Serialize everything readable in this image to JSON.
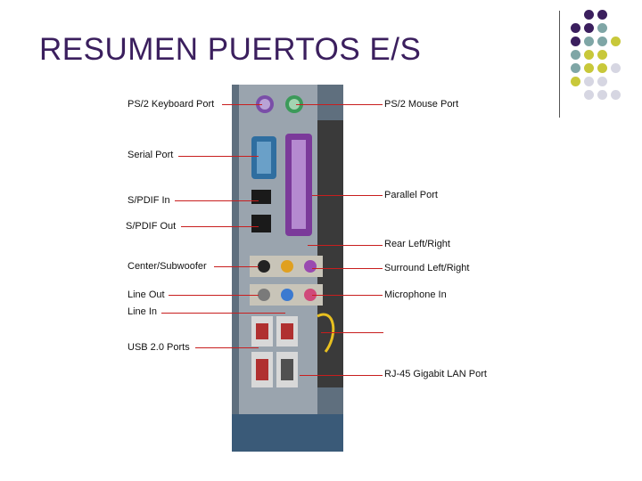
{
  "slide": {
    "title": "RESUMEN PUERTOS E/S"
  },
  "decoration": {
    "dot_colors": [
      "#3b1f5e",
      "#7fa6a6",
      "#c8c83a",
      "#d6d6e2"
    ]
  },
  "ports": {
    "left": [
      "PS/2 Keyboard Port",
      "Serial Port",
      "S/PDIF In",
      "S/PDIF Out",
      "Center/Subwoofer",
      "Line Out",
      "Line In",
      "USB 2.0 Ports"
    ],
    "right": [
      "PS/2 Mouse Port",
      "Parallel Port",
      "Rear Left/Right",
      "Surround Left/Right",
      "Microphone In",
      "RJ-45 Gigabit LAN Port"
    ]
  }
}
